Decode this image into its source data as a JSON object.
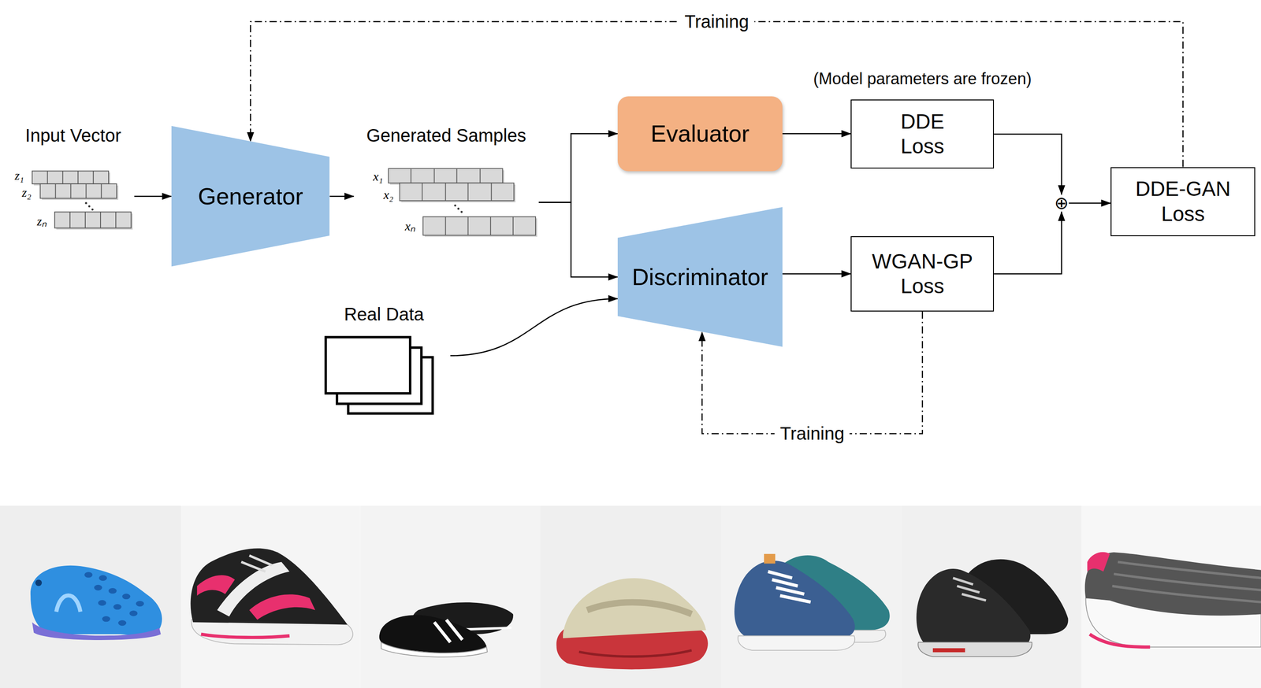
{
  "diagram": {
    "nodes": [
      {
        "text": [
          "Input Vector"
        ]
      },
      {
        "text": [
          "Generator"
        ]
      },
      {
        "text": [
          "Generated Samples"
        ]
      },
      {
        "text": [
          "Evaluator"
        ]
      },
      {
        "text": [
          "Discriminator"
        ]
      },
      {
        "text": [
          "Real Data"
        ]
      },
      {
        "text": [
          "DDE Loss"
        ]
      },
      {
        "text": [
          "WGAN-GP Loss"
        ]
      },
      {
        "text": [
          "⊕"
        ]
      },
      {
        "text": [
          "DDE-GAN Loss"
        ]
      }
    ],
    "edges": [
      {
        "from": 0,
        "to": 1,
        "arrow": "to"
      },
      {
        "from": 1,
        "to": 2,
        "arrow": "to"
      },
      {
        "from": 2,
        "to": 3,
        "arrow": "to"
      },
      {
        "from": 2,
        "to": 4,
        "arrow": "to"
      },
      {
        "from": 5,
        "to": 4,
        "arrow": "to"
      },
      {
        "from": 3,
        "to": 6,
        "arrow": "to"
      },
      {
        "from": 4,
        "to": 7,
        "arrow": "to"
      },
      {
        "from": 6,
        "to": 8,
        "arrow": "to"
      },
      {
        "from": 7,
        "to": 8,
        "arrow": "to"
      },
      {
        "from": 8,
        "to": 9,
        "arrow": "to"
      },
      {
        "from": 9,
        "to": 1,
        "label": "Training",
        "arrow": "to"
      },
      {
        "from": 7,
        "to": 4,
        "label": "Training",
        "arrow": "to"
      }
    ],
    "labels": [
      "(Model parameters are frozen)",
      "z₁",
      "z₂",
      "zₙ",
      "x₁",
      "x₂",
      "xₙ"
    ]
  }
}
